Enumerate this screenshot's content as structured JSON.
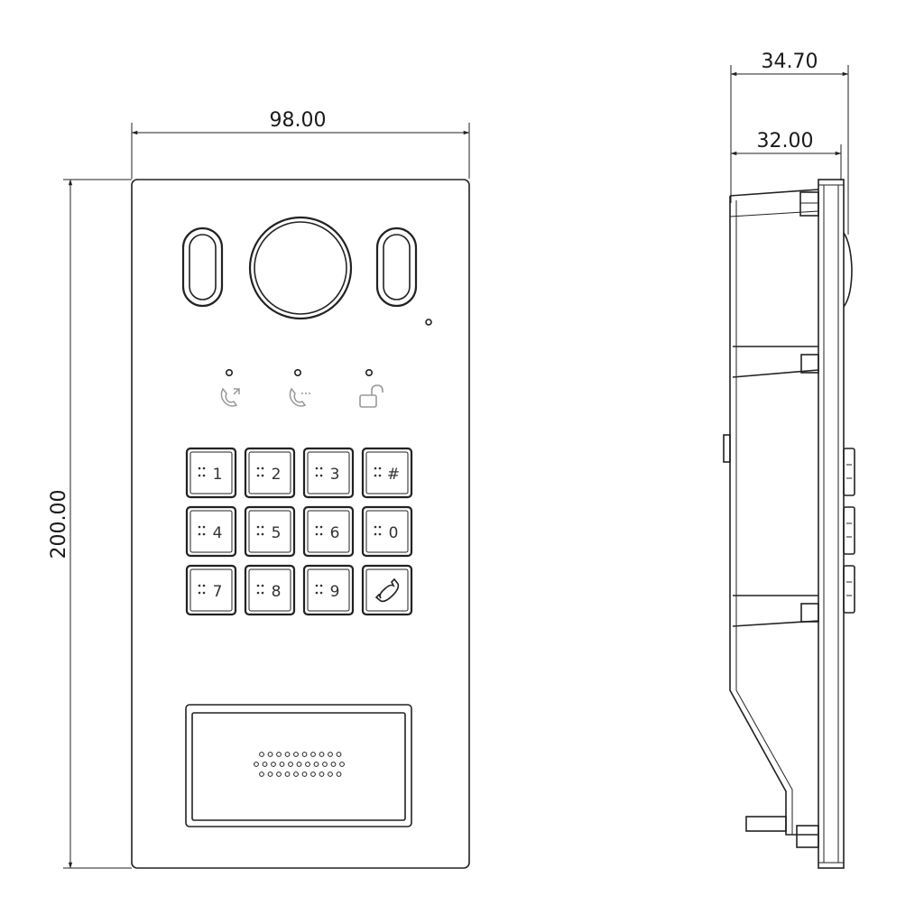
{
  "dimensions": {
    "front_width": "98.00",
    "front_height": "200.00",
    "side_total_depth": "34.70",
    "side_body_depth": "32.00"
  },
  "keypad": {
    "keys": [
      "1",
      "2",
      "3",
      "#",
      "4",
      "5",
      "6",
      "0",
      "7",
      "8",
      "9",
      "call"
    ]
  },
  "indicators": [
    {
      "icon": "call-out-icon"
    },
    {
      "icon": "calling-icon"
    },
    {
      "icon": "unlock-icon"
    }
  ]
}
